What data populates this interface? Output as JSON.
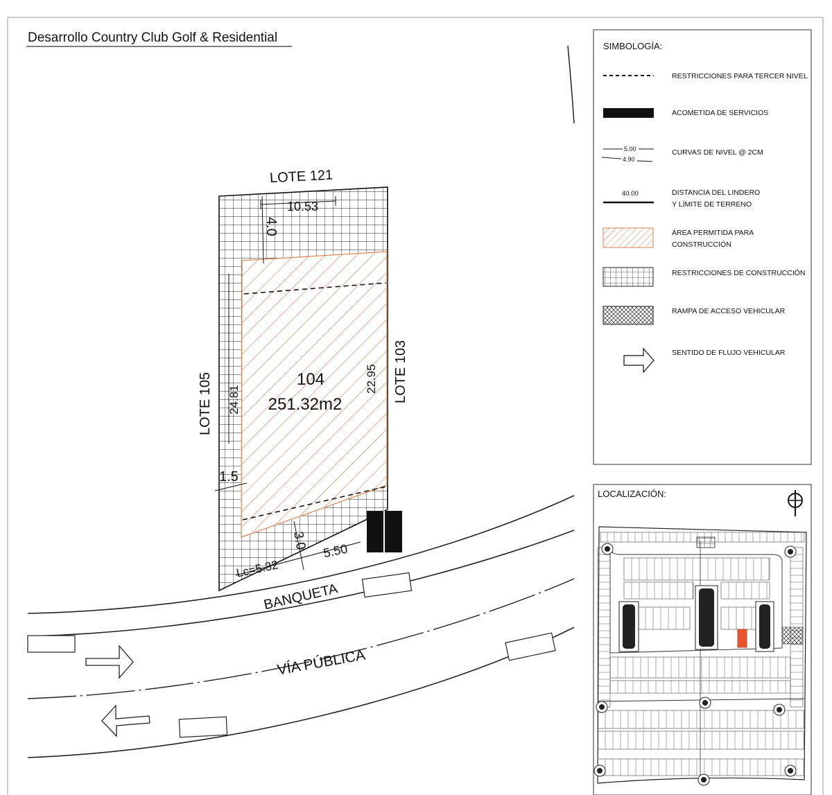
{
  "title": "Desarrollo Country Club Golf & Residential",
  "plan": {
    "adjacent": {
      "north": "LOTE 121",
      "west": "LOTE 105",
      "east": "LOTE 103"
    },
    "lot": {
      "number": "104",
      "area": "251.32m2"
    },
    "dimensions": {
      "top": "10.53",
      "rear_setback": "4.0",
      "left": "24.81",
      "right": "22.95",
      "side_setback": "1.5",
      "front_setback": "3.0",
      "front": "5.50",
      "arc": "Lc=5.32"
    },
    "sidewalk": "BANQUETA",
    "road": "VÍA PÚBLICA"
  },
  "legend": {
    "title": "SIMBOLOGÍA:",
    "items": [
      {
        "id": "dashed",
        "icon": "dashed-line-icon",
        "lines": [
          "RESTRICCIONES PARA TERCER NIVEL"
        ]
      },
      {
        "id": "service",
        "icon": "solid-bar-icon",
        "lines": [
          "ACOMETIDA DE SERVICIOS"
        ]
      },
      {
        "id": "contours",
        "icon": "contour-lines-icon",
        "lines": [
          "CURVAS DE NIVEL @ 2CM"
        ],
        "sample_values": [
          "5.00",
          "4.90"
        ]
      },
      {
        "id": "boundary",
        "icon": "boundary-line-icon",
        "lines": [
          "DISTANCIA DEL LINDERO",
          "Y LÍMITE DE TERRENO"
        ],
        "sample_value": "40.00"
      },
      {
        "id": "allowed",
        "icon": "hatch-swatch-icon",
        "lines": [
          "ÁREA PERMITIDA PARA",
          "CONSTRUCCIÓN"
        ]
      },
      {
        "id": "restrict",
        "icon": "grid-swatch-icon",
        "lines": [
          "RESTRICCIONES DE CONSTRUCCIÓN"
        ]
      },
      {
        "id": "ramp",
        "icon": "crosshatch-swatch-icon",
        "lines": [
          "RAMPA DE ACCESO VEHICULAR"
        ]
      },
      {
        "id": "flow",
        "icon": "arrow-right-icon",
        "lines": [
          "SENTIDO DE FLUJO VEHICULAR"
        ]
      }
    ]
  },
  "location": {
    "title": "LOCALIZACIÓN:",
    "north_icon": "north-arrow-icon"
  },
  "colors": {
    "hatch": "#d9834f",
    "highlight_lot": "#e8542c",
    "ink": "#111111"
  }
}
